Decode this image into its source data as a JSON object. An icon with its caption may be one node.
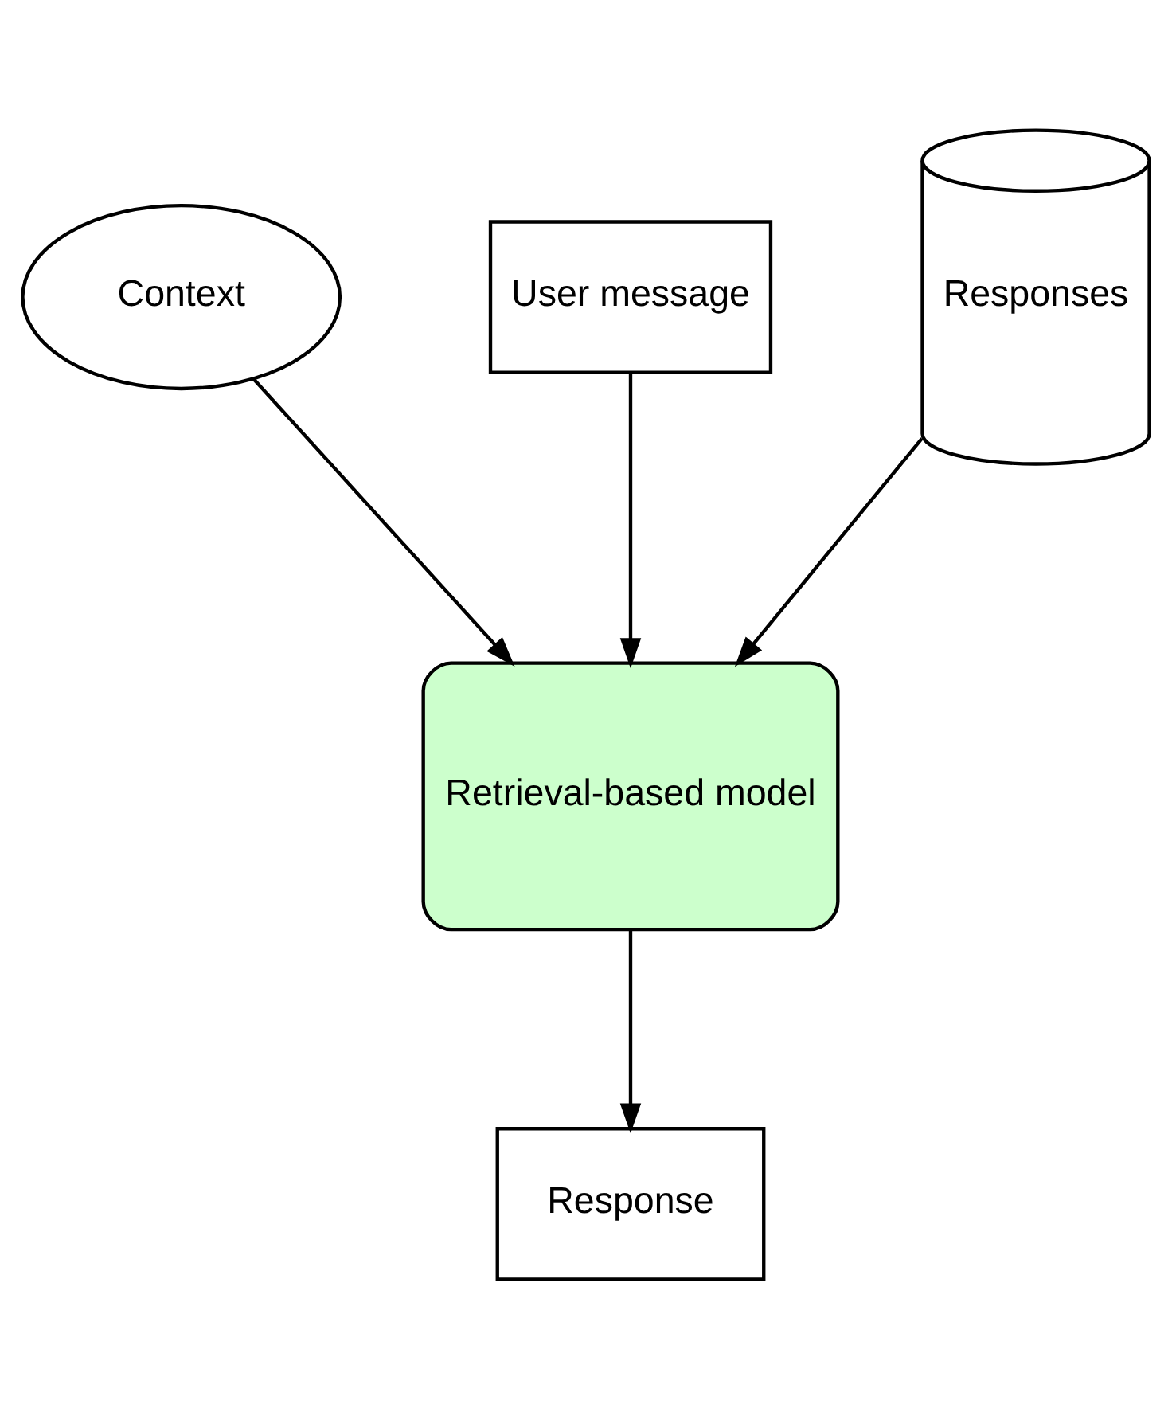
{
  "diagram": {
    "nodes": [
      {
        "text": [
          "User message"
        ]
      },
      {
        "text": [
          "Context"
        ]
      },
      {
        "text": [
          "Responses"
        ]
      },
      {
        "text": [
          "Retrieval-based model"
        ]
      },
      {
        "text": [
          "Response"
        ]
      }
    ],
    "edges": [
      {
        "from": 1,
        "to": 3,
        "arrow": "to"
      },
      {
        "from": 0,
        "to": 3,
        "arrow": "to"
      },
      {
        "from": 2,
        "to": 3,
        "arrow": "to"
      },
      {
        "from": 3,
        "to": 4,
        "arrow": "to"
      }
    ]
  }
}
